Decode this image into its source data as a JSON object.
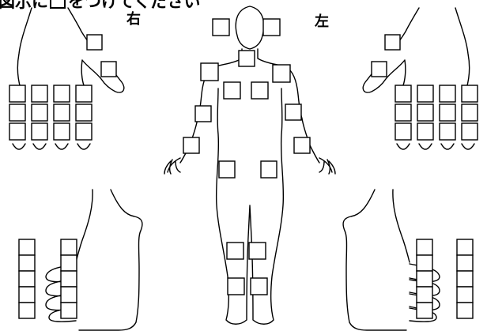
{
  "instruction": {
    "before_box": "図示に",
    "after_box": "をつけてください"
  },
  "labels": {
    "right": "右",
    "left": "左"
  },
  "regions": {
    "right_hand": {
      "name": "右手",
      "checked": false
    },
    "left_hand": {
      "name": "左手",
      "checked": false
    },
    "body": {
      "name": "全身",
      "checked": false
    },
    "right_foot": {
      "name": "右足",
      "checked": false
    },
    "left_foot": {
      "name": "左足",
      "checked": false
    }
  }
}
